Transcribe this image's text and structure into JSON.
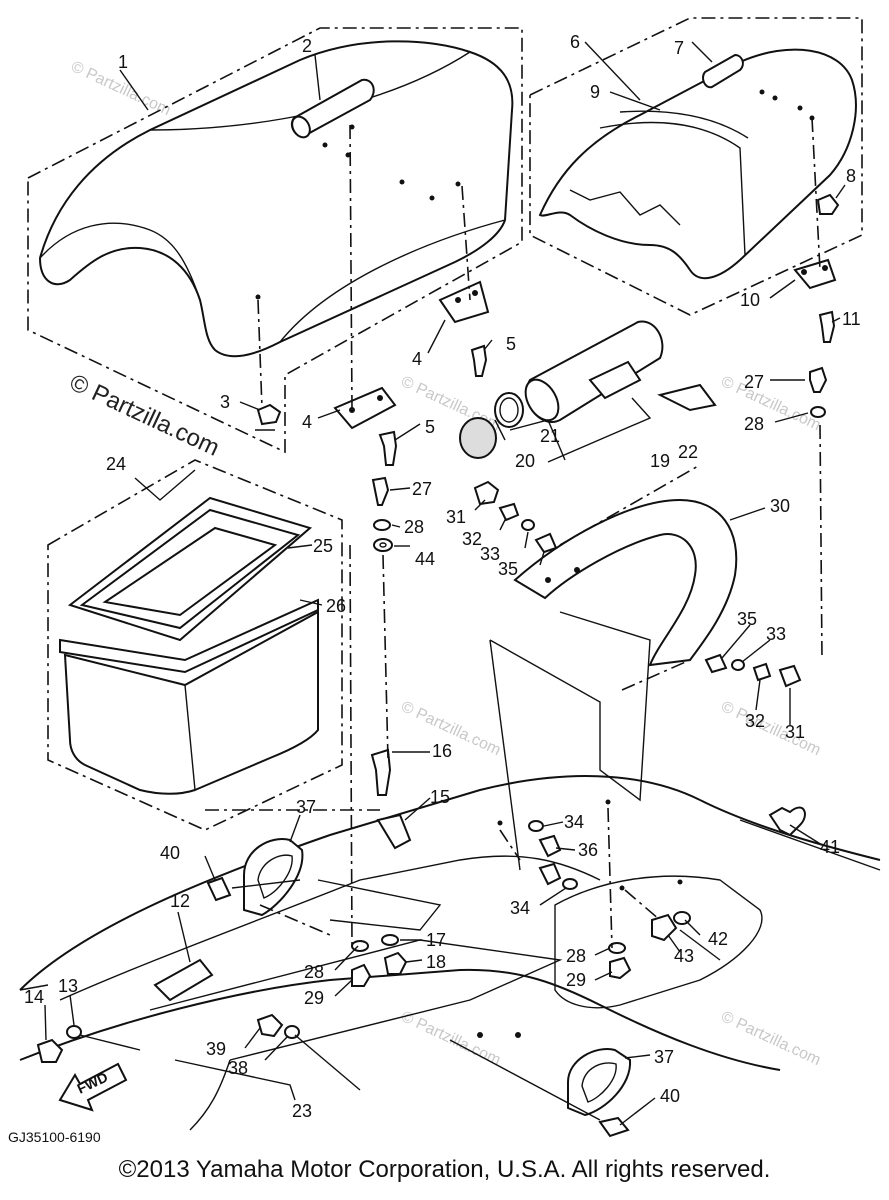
{
  "diagram": {
    "part_code": "GJ35100-6190",
    "fwd_label": "FWD",
    "watermark_main": "© Partzilla.com",
    "watermark_small": "© Partzilla.com",
    "copyright": "©2013 Yamaha Motor Corporation, U.S.A. All rights reserved.",
    "callouts": [
      "1",
      "2",
      "3",
      "4",
      "5",
      "6",
      "7",
      "8",
      "9",
      "10",
      "11",
      "12",
      "13",
      "14",
      "15",
      "16",
      "17",
      "18",
      "19",
      "20",
      "21",
      "22",
      "23",
      "24",
      "25",
      "26",
      "27",
      "28",
      "29",
      "30",
      "31",
      "32",
      "33",
      "34",
      "35",
      "36",
      "37",
      "38",
      "39",
      "40",
      "41",
      "42",
      "43",
      "44"
    ]
  }
}
